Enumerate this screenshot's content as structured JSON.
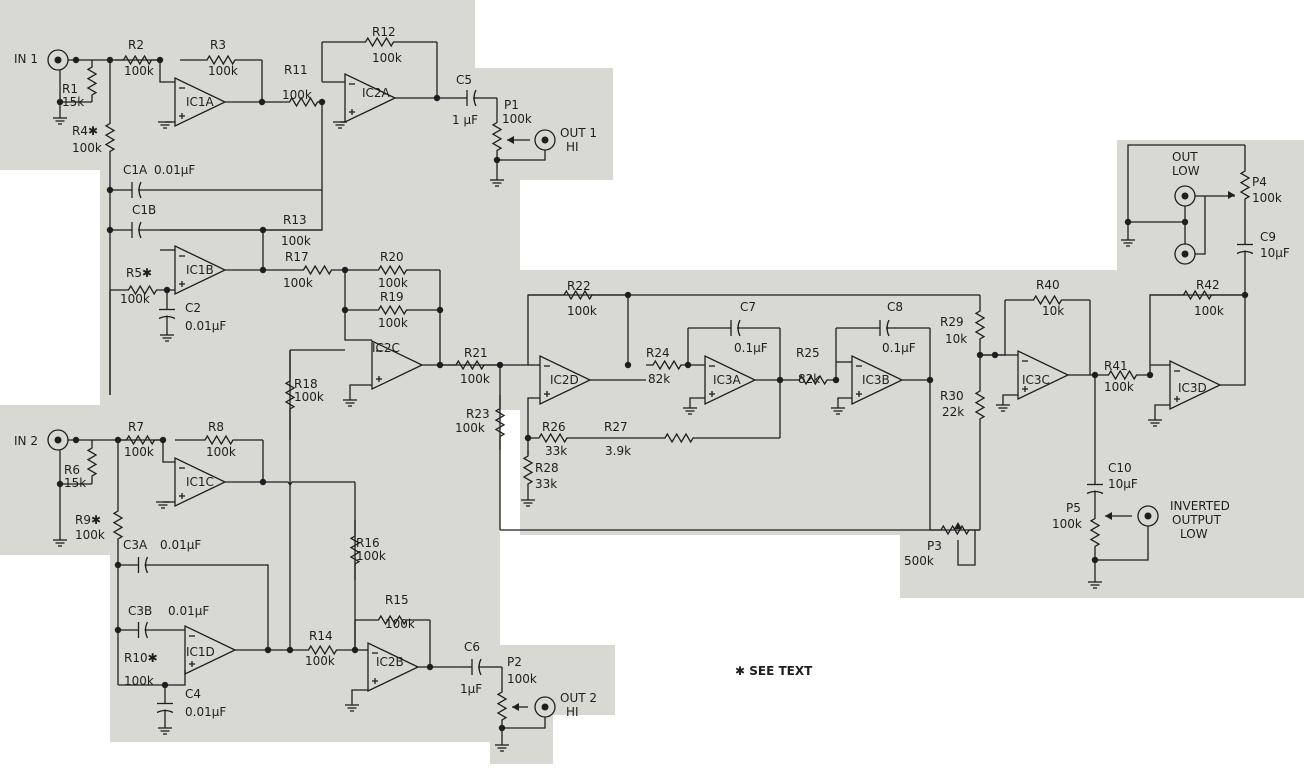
{
  "colors": {
    "paper": "#d9d9d3",
    "ink": "#1e1e1e",
    "background": "#ffffff"
  },
  "note": "✱ SEE TEXT",
  "connectors": {
    "in1": "IN 1",
    "in2": "IN 2",
    "out1_a": "OUT 1",
    "out1_b": "HI",
    "out2_a": "OUT 2",
    "out2_b": "HI",
    "outlow_a": "OUT",
    "outlow_b": "LOW",
    "inv_a": "INVERTED",
    "inv_b": "OUTPUT",
    "inv_c": "LOW"
  },
  "opamps": {
    "ic1a": "IC1A",
    "ic1b": "IC1B",
    "ic1c": "IC1C",
    "ic1d": "IC1D",
    "ic2a": "IC2A",
    "ic2b": "IC2B",
    "ic2c": "IC2C",
    "ic2d": "IC2D",
    "ic3a": "IC3A",
    "ic3b": "IC3B",
    "ic3c": "IC3C",
    "ic3d": "IC3D"
  },
  "resistors": {
    "r1": [
      "R1",
      "15k"
    ],
    "r2": [
      "R2",
      "100k"
    ],
    "r3": [
      "R3",
      "100k"
    ],
    "r4": [
      "R4✱",
      "100k"
    ],
    "r5": [
      "R5✱",
      "100k"
    ],
    "r6": [
      "R6",
      "15k"
    ],
    "r7": [
      "R7",
      "100k"
    ],
    "r8": [
      "R8",
      "100k"
    ],
    "r9": [
      "R9✱",
      "100k"
    ],
    "r10": [
      "R10✱",
      "100k"
    ],
    "r11": [
      "R11",
      "100k"
    ],
    "r12": [
      "R12",
      "100k"
    ],
    "r13": [
      "R13",
      "100k"
    ],
    "r14": [
      "R14",
      "100k"
    ],
    "r15": [
      "R15",
      "100k"
    ],
    "r16": [
      "R16",
      "100k"
    ],
    "r17": [
      "R17",
      "100k"
    ],
    "r18": [
      "R18",
      "100k"
    ],
    "r19": [
      "R19",
      "100k"
    ],
    "r20": [
      "R20",
      "100k"
    ],
    "r21": [
      "R21",
      "100k"
    ],
    "r22": [
      "R22",
      "100k"
    ],
    "r23": [
      "R23",
      "100k"
    ],
    "r24": [
      "R24",
      "82k"
    ],
    "r25": [
      "R25",
      "82k"
    ],
    "r26": [
      "R26",
      "33k"
    ],
    "r27": [
      "R27",
      "3.9k"
    ],
    "r28": [
      "R28",
      "33k"
    ],
    "r29": [
      "R29",
      "10k"
    ],
    "r30": [
      "R30",
      "22k"
    ],
    "r40": [
      "R40",
      "10k"
    ],
    "r41": [
      "R41",
      "100k"
    ],
    "r42": [
      "R42",
      "100k"
    ]
  },
  "capacitors": {
    "c1a": [
      "C1A",
      "0.01μF"
    ],
    "c1b": [
      "C1B",
      ""
    ],
    "c2": [
      "C2",
      "0.01μF"
    ],
    "c3a": [
      "C3A",
      "0.01μF"
    ],
    "c3b": [
      "C3B",
      "0.01μF"
    ],
    "c4": [
      "C4",
      "0.01μF"
    ],
    "c5": [
      "C5",
      "1 μF"
    ],
    "c6": [
      "C6",
      "1μF"
    ],
    "c7": [
      "C7",
      "0.1μF"
    ],
    "c8": [
      "C8",
      "0.1μF"
    ],
    "c9": [
      "C9",
      "10μF"
    ],
    "c10": [
      "C10",
      "10μF"
    ]
  },
  "pots": {
    "p1": [
      "P1",
      "100k"
    ],
    "p2": [
      "P2",
      "100k"
    ],
    "p3": [
      "P3",
      "500k"
    ],
    "p4": [
      "P4",
      "100k"
    ],
    "p5": [
      "P5",
      "100k"
    ]
  }
}
